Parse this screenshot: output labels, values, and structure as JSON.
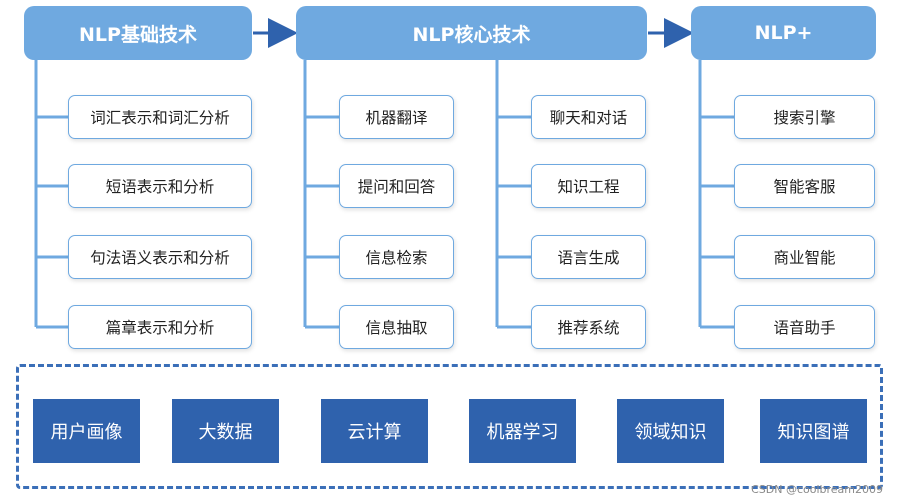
{
  "headers": {
    "basic": "NLP基础技术",
    "core": "NLP核心技术",
    "plus": "NLP+"
  },
  "basic_items": [
    "词汇表示和词汇分析",
    "短语表示和分析",
    "句法语义表示和分析",
    "篇章表示和分析"
  ],
  "core_left_items": [
    "机器翻译",
    "提问和回答",
    "信息检索",
    "信息抽取"
  ],
  "core_right_items": [
    "聊天和对话",
    "知识工程",
    "语言生成",
    "推荐系统"
  ],
  "plus_items": [
    "搜索引擎",
    "智能客服",
    "商业智能",
    "语音助手"
  ],
  "infra_items": [
    "用户画像",
    "大数据",
    "云计算",
    "机器学习",
    "领域知识",
    "知识图谱"
  ],
  "watermark": "CSDN @coolbream2009",
  "colors": {
    "header": "#6fa9e0",
    "connector": "#6fa9e0",
    "arrow": "#2f62ad",
    "infra": "#2f62ad"
  }
}
